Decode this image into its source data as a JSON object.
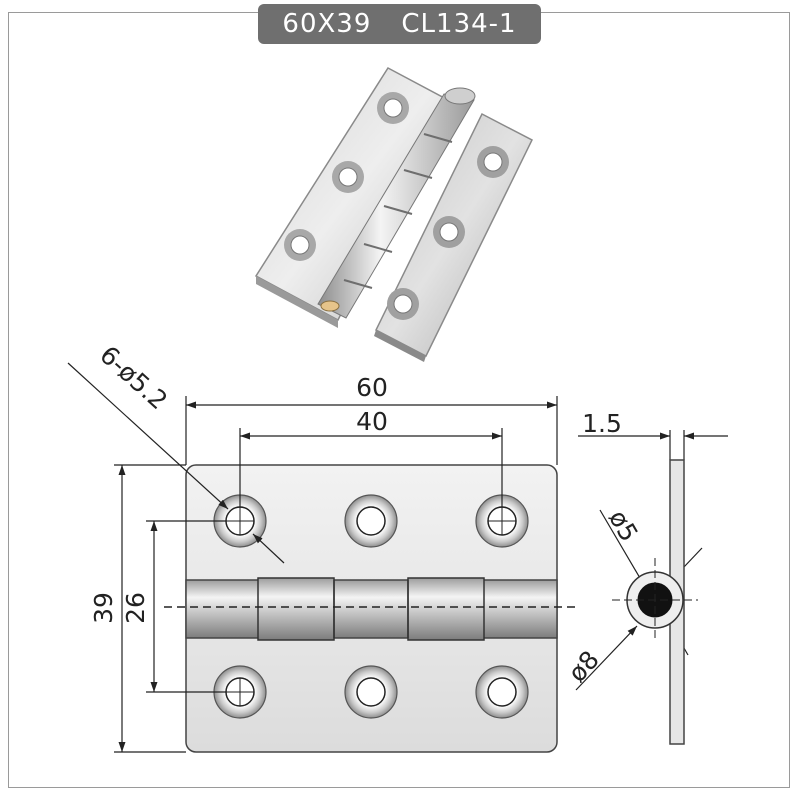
{
  "title": {
    "size": "60X39",
    "code": "CL134-1"
  },
  "dimensions": {
    "holes": "6-ø5.2",
    "overall_width": "60",
    "hole_spacing_x": "40",
    "overall_height": "39",
    "hole_spacing_y": "26",
    "thickness": "1.5",
    "pin_diameter": "ø5",
    "knuckle_diameter": "ø8"
  },
  "colors": {
    "title_bg": "#6f6f6f",
    "steel_light": "#e8e8e8",
    "steel_dark": "#8a8a8a",
    "line": "#222222"
  }
}
